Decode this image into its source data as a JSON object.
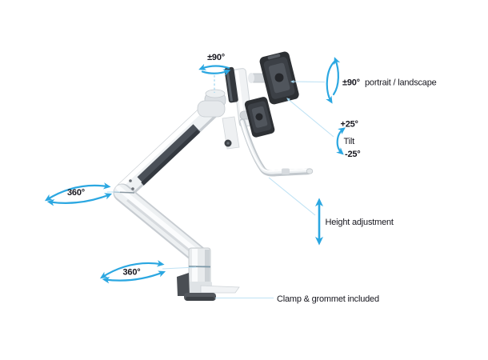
{
  "colors": {
    "background": "#ffffff",
    "accent_blue": "#2ba7e1",
    "leader_blue": "#bfe2f4",
    "text_dark": "#17171f",
    "arm_silver": "#eef1f3",
    "detail_dark_gray": "#3c4046"
  },
  "annotations": {
    "head_swivel": {
      "angle": "±90°",
      "symbol": "horizontal-rotation-arrow"
    },
    "portrait_landscape": {
      "angle": "±90°",
      "label": "portrait / landscape",
      "symbol": "vertical-rotation-arrow"
    },
    "tilt": {
      "up_angle": "+25°",
      "label": "Tilt",
      "down_angle": "-25°",
      "symbol": "tilt-arc-arrow"
    },
    "height": {
      "label": "Height adjustment",
      "symbol": "vertical-double-arrow"
    },
    "arm_rotation": {
      "angle": "360°",
      "symbol": "ellipse-rotation-arrow"
    },
    "base_rotation": {
      "angle": "360°",
      "symbol": "ellipse-rotation-arrow"
    },
    "mounting": {
      "label": "Clamp & grommet included"
    }
  }
}
